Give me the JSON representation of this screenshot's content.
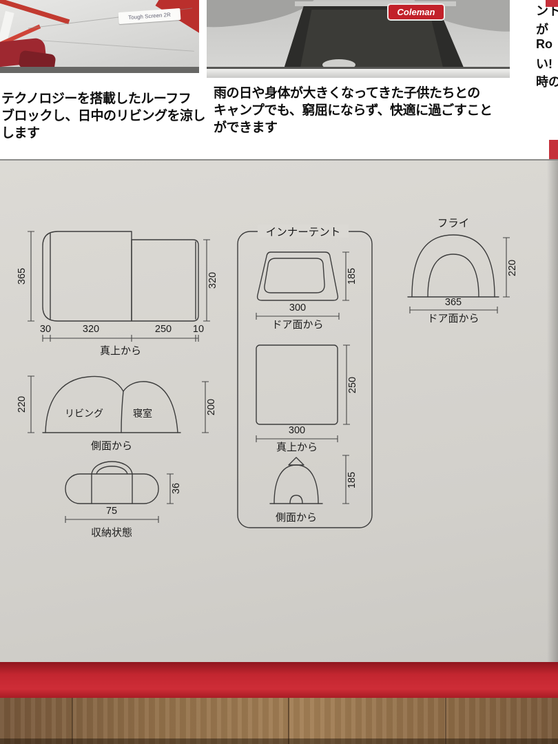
{
  "colors": {
    "accent_red": "#c32630",
    "panel_bg": "#d7d5d0",
    "wood_brown": "#96744c"
  },
  "photos": {
    "left": {
      "sign_text": "Tough Screen 2R"
    },
    "middle": {
      "logo_text": "Coleman"
    },
    "right_column": [
      "ント",
      "が",
      "Ro",
      "い!",
      "時の"
    ]
  },
  "captions": {
    "left": [
      "テクノロジーを搭載したルーフフ",
      "ブロックし、日中のリビングを涼し",
      "します"
    ],
    "middle": [
      "雨の日や身体が大きくなってきた子供たちとの",
      "キャンプでも、窮屈にならず、快適に過ごすこと",
      "ができます"
    ]
  },
  "diagrams": {
    "overhead": {
      "label": "真上から",
      "height_left": "365",
      "height_right": "320",
      "widths": [
        "30",
        "320",
        "250",
        "10"
      ]
    },
    "side": {
      "label": "側面から",
      "height_left": "220",
      "height_right": "200",
      "room_left": "リビング",
      "room_right": "寝室"
    },
    "storage": {
      "label": "収納状態",
      "width": "75",
      "height": "36"
    },
    "inner_tent": {
      "title": "インナーテント",
      "door": {
        "width": "300",
        "height": "185",
        "label": "ドア面から"
      },
      "overhead": {
        "width": "300",
        "height": "250",
        "label": "真上から"
      },
      "side": {
        "height": "185",
        "label": "側面から"
      }
    },
    "fly": {
      "title": "フライ",
      "width": "365",
      "height": "220",
      "label": "ドア面から"
    }
  }
}
